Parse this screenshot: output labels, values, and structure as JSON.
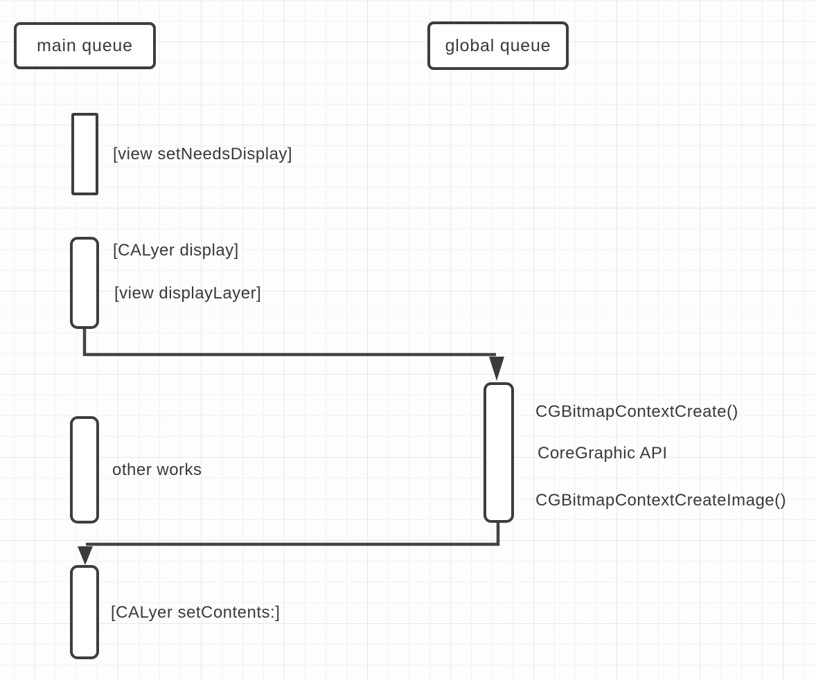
{
  "actors": [
    {
      "label": "main queue"
    },
    {
      "label": "global queue"
    }
  ],
  "messages": {
    "set_needs_display": "[view setNeedsDisplay]",
    "calayer_display": "[CALyer display]",
    "view_display_layer": "[view displayLayer]",
    "other_works": "other works",
    "calayer_set_contents": "[CALyer setContents:]",
    "cg_bitmap_context_create": "CGBitmapContextCreate()",
    "core_graphic_api": "CoreGraphic API",
    "cg_bitmap_context_create_image": "CGBitmapContextCreateImage()"
  },
  "connectors": [
    {
      "name": "main-to-global",
      "direction": "down-right-down"
    },
    {
      "name": "global-to-main",
      "direction": "down-left-down"
    }
  ],
  "colors": {
    "stroke": "#3d3d3d",
    "text": "#3a3a3a",
    "background": "#fdfdfd",
    "grid_minor": "#f1f1f1",
    "grid_major": "#e7e7e7",
    "arrow": "#3b3b3b"
  }
}
